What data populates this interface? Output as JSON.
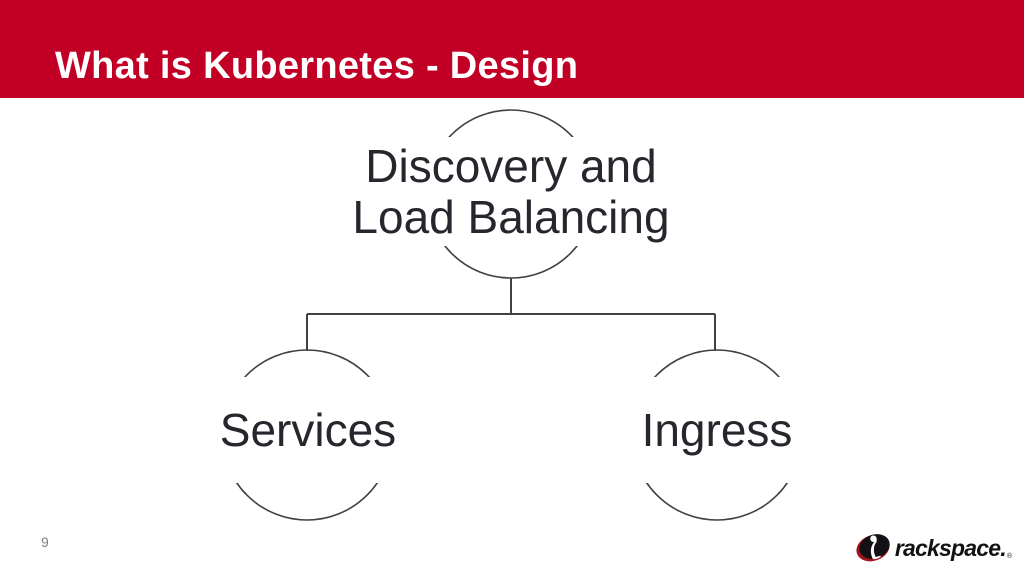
{
  "header": {
    "title": "What is Kubernetes - Design",
    "background_color": "#C20025",
    "text_color": "#FFFFFF"
  },
  "diagram": {
    "type": "tree",
    "node_shape": "circle",
    "stroke_color": "#3F4146",
    "text_color": "#26272D",
    "root": {
      "id": "discovery-and-load-balancing",
      "label": "Discovery and Load Balancing",
      "lines": [
        "Discovery and",
        "Load Balancing"
      ],
      "children": [
        "services",
        "ingress"
      ]
    },
    "children": [
      {
        "id": "services",
        "label": "Services"
      },
      {
        "id": "ingress",
        "label": "Ingress"
      }
    ]
  },
  "footer": {
    "page_number": "9",
    "logo": {
      "text": "rackspace.",
      "registered_mark": "®",
      "icon": "rackspace-rocket-icon",
      "brand_red": "#A6111B",
      "text_color": "#121212"
    }
  }
}
